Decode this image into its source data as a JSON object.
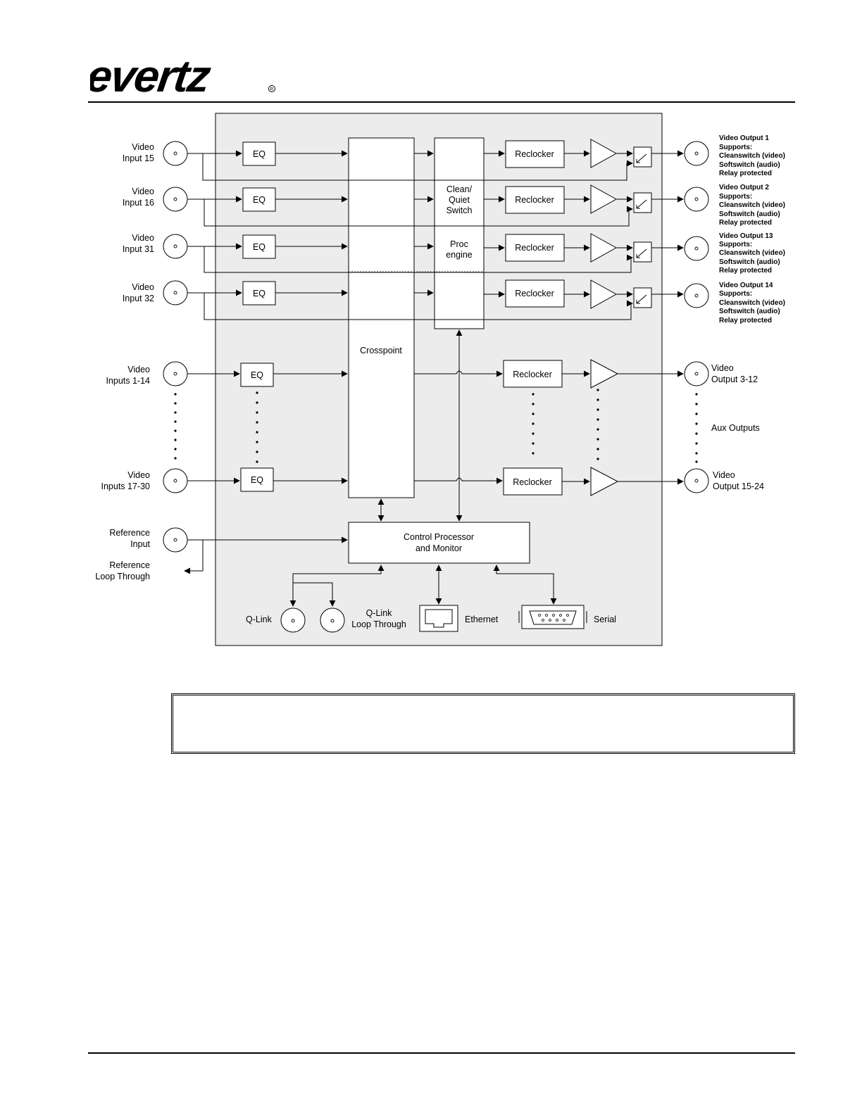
{
  "header": {
    "logo_text": "evertz"
  },
  "diagram": {
    "inputs": [
      {
        "line1": "Video",
        "line2": "Input 15"
      },
      {
        "line1": "Video",
        "line2": "Input 16"
      },
      {
        "line1": "Video",
        "line2": "Input 31"
      },
      {
        "line1": "Video",
        "line2": "Input 32"
      },
      {
        "line1": "Video",
        "line2": "Inputs 1-14"
      },
      {
        "line1": "Video",
        "line2": "Inputs 17-30"
      }
    ],
    "reference_input": {
      "line1": "Reference",
      "line2": "Input"
    },
    "reference_loop": {
      "line1": "Reference",
      "line2": "Loop Through"
    },
    "eq_label": "EQ",
    "reclocker_label": "Reclocker",
    "crosspoint_label": "Crosspoint",
    "clean_switch": {
      "line1": "Clean/",
      "line2": "Quiet",
      "line3": "Switch"
    },
    "proc_engine": {
      "line1": "Proc",
      "line2": "engine"
    },
    "control": {
      "line1": "Control Processor",
      "line2": "and Monitor"
    },
    "qlink_label": "Q-Link",
    "qlink_loop": {
      "line1": "Q-Link",
      "line2": "Loop Through"
    },
    "ethernet_label": "Ethernet",
    "serial_label": "Serial",
    "outputs": [
      {
        "title": "Video Output 1",
        "l1": "Supports:",
        "l2": "Cleanswitch (video)",
        "l3": "Softswitch (audio)",
        "l4": "Relay protected"
      },
      {
        "title": "Video Output 2",
        "l1": "Supports:",
        "l2": "Cleanswitch (video)",
        "l3": "Softswitch (audio)",
        "l4": "Relay protected"
      },
      {
        "title": "Video Output 13",
        "l1": "Supports:",
        "l2": "Cleanswitch (video)",
        "l3": "Softswitch (audio)",
        "l4": "Relay protected"
      },
      {
        "title": "Video Output 14",
        "l1": "Supports:",
        "l2": "Cleanswitch (video)",
        "l3": "Softswitch (audio)",
        "l4": "Relay protected"
      }
    ],
    "aux_out_1": {
      "line1": "Video",
      "line2": "Output 3-12"
    },
    "aux_outputs_label": "Aux Outputs",
    "aux_out_2": {
      "line1": "Video",
      "line2": "Output 15-24"
    }
  }
}
